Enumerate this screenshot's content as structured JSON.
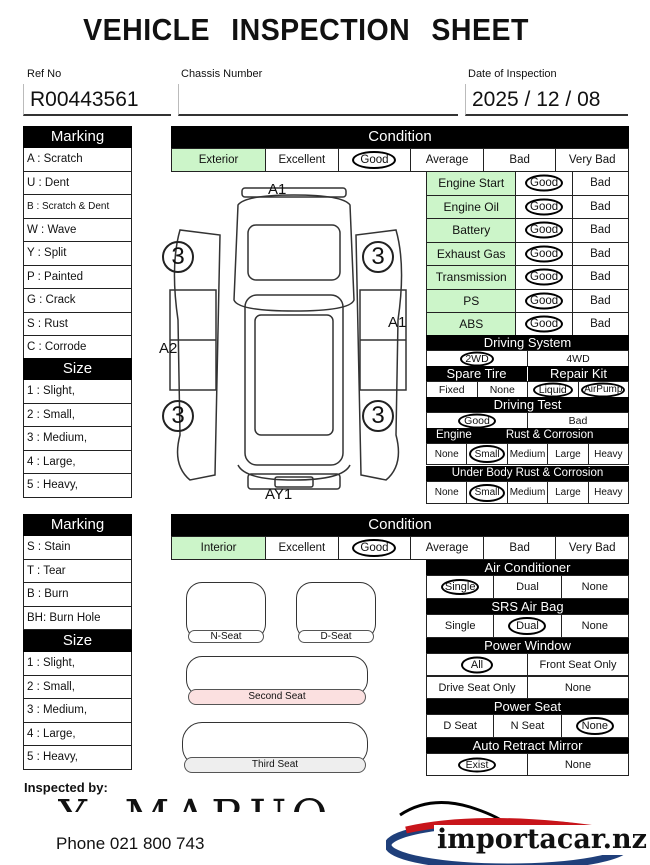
{
  "title": "VEHICLE INSPECTION SHEET",
  "fields": {
    "ref_label": "Ref No",
    "ref_value": "R00443561",
    "chassis_label": "Chassis Number",
    "chassis_value": "",
    "date_label": "Date of Inspection",
    "date_value": "2025 / 12 / 08"
  },
  "marking_ext": {
    "header": "Marking",
    "items": [
      "A : Scratch",
      "U : Dent",
      "B : Scratch & Dent",
      "W : Wave",
      "Y : Split",
      "P : Painted",
      "G : Crack",
      "S : Rust",
      "C : Corrode"
    ]
  },
  "size_ext": {
    "header": "Size",
    "items": [
      "1 : Slight,",
      "2 : Small,",
      "3 : Medium,",
      "4 : Large,",
      "5 : Heavy,"
    ]
  },
  "condition_ext": {
    "header": "Condition",
    "row": [
      "Exterior",
      "Excellent",
      "Good",
      "Average",
      "Bad",
      "Very Bad"
    ],
    "selected": "Good"
  },
  "checks": [
    {
      "label": "Engine Start",
      "good": "Good",
      "bad": "Bad"
    },
    {
      "label": "Engine Oil",
      "good": "Good",
      "bad": "Bad"
    },
    {
      "label": "Battery",
      "good": "Good",
      "bad": "Bad"
    },
    {
      "label": "Exhaust Gas",
      "good": "Good",
      "bad": "Bad"
    },
    {
      "label": "Transmission",
      "good": "Good",
      "bad": "Bad"
    },
    {
      "label": "PS",
      "good": "Good",
      "bad": "Bad"
    },
    {
      "label": "ABS",
      "good": "Good",
      "bad": "Bad"
    }
  ],
  "driving_system": {
    "header": "Driving System",
    "options": [
      "2WD",
      "4WD"
    ],
    "selected": "2WD"
  },
  "spare": {
    "header_tire": "Spare Tire",
    "header_kit": "Repair Kit",
    "options": [
      "Fixed",
      "None",
      "Liquid",
      "AirPump"
    ],
    "selected": [
      "Liquid",
      "AirPump"
    ]
  },
  "driving_test": {
    "header": "Driving Test",
    "options": [
      "Good",
      "Bad"
    ],
    "selected": "Good"
  },
  "engine_rust": {
    "header_left": "Engine",
    "header_right": "Rust & Corrosion",
    "options": [
      "None",
      "Small",
      "Medium",
      "Large",
      "Heavy"
    ],
    "selected": "Small"
  },
  "underbody": {
    "header": "Under Body Rust & Corrosion",
    "options": [
      "None",
      "Small",
      "Medium",
      "Large",
      "Heavy"
    ],
    "selected": "Small"
  },
  "diagram_marks": {
    "front": "A1",
    "right": "A1",
    "left": "A2",
    "rear": "AY1",
    "wheel": "3"
  },
  "marking_int": {
    "header": "Marking",
    "items": [
      "S : Stain",
      "T : Tear",
      "B : Burn",
      "BH: Burn Hole"
    ]
  },
  "size_int": {
    "header": "Size",
    "items": [
      "1 : Slight,",
      "2 : Small,",
      "3 : Medium,",
      "4 : Large,",
      "5 : Heavy,"
    ]
  },
  "condition_int": {
    "header": "Condition",
    "row": [
      "Interior",
      "Excellent",
      "Good",
      "Average",
      "Bad",
      "Very Bad"
    ],
    "selected": "Good"
  },
  "seats": {
    "n_seat": "N-Seat",
    "d_seat": "D-Seat",
    "second": "Second  Seat",
    "third": "Third  Seat"
  },
  "air_conditioner": {
    "header": "Air Conditioner",
    "options": [
      "Single",
      "Dual",
      "None"
    ],
    "selected": "Single"
  },
  "srs": {
    "header": "SRS Air Bag",
    "options": [
      "Single",
      "Dual",
      "None"
    ],
    "selected": "Dual"
  },
  "power_window": {
    "header": "Power Window",
    "options1": [
      "All",
      "Front Seat Only"
    ],
    "options2": [
      "Drive Seat Only",
      "None"
    ],
    "selected": "All"
  },
  "power_seat": {
    "header": "Power Seat",
    "options": [
      "D Seat",
      "N Seat",
      "None"
    ],
    "selected": "None"
  },
  "mirror": {
    "header": "Auto Retract Mirror",
    "options": [
      "Exist",
      "None"
    ],
    "selected": "Exist"
  },
  "inspected_by_label": "Inspected by:",
  "signature": "Y. MARUO",
  "phone": "Phone  021 800 743",
  "logo": "importacar.nz"
}
